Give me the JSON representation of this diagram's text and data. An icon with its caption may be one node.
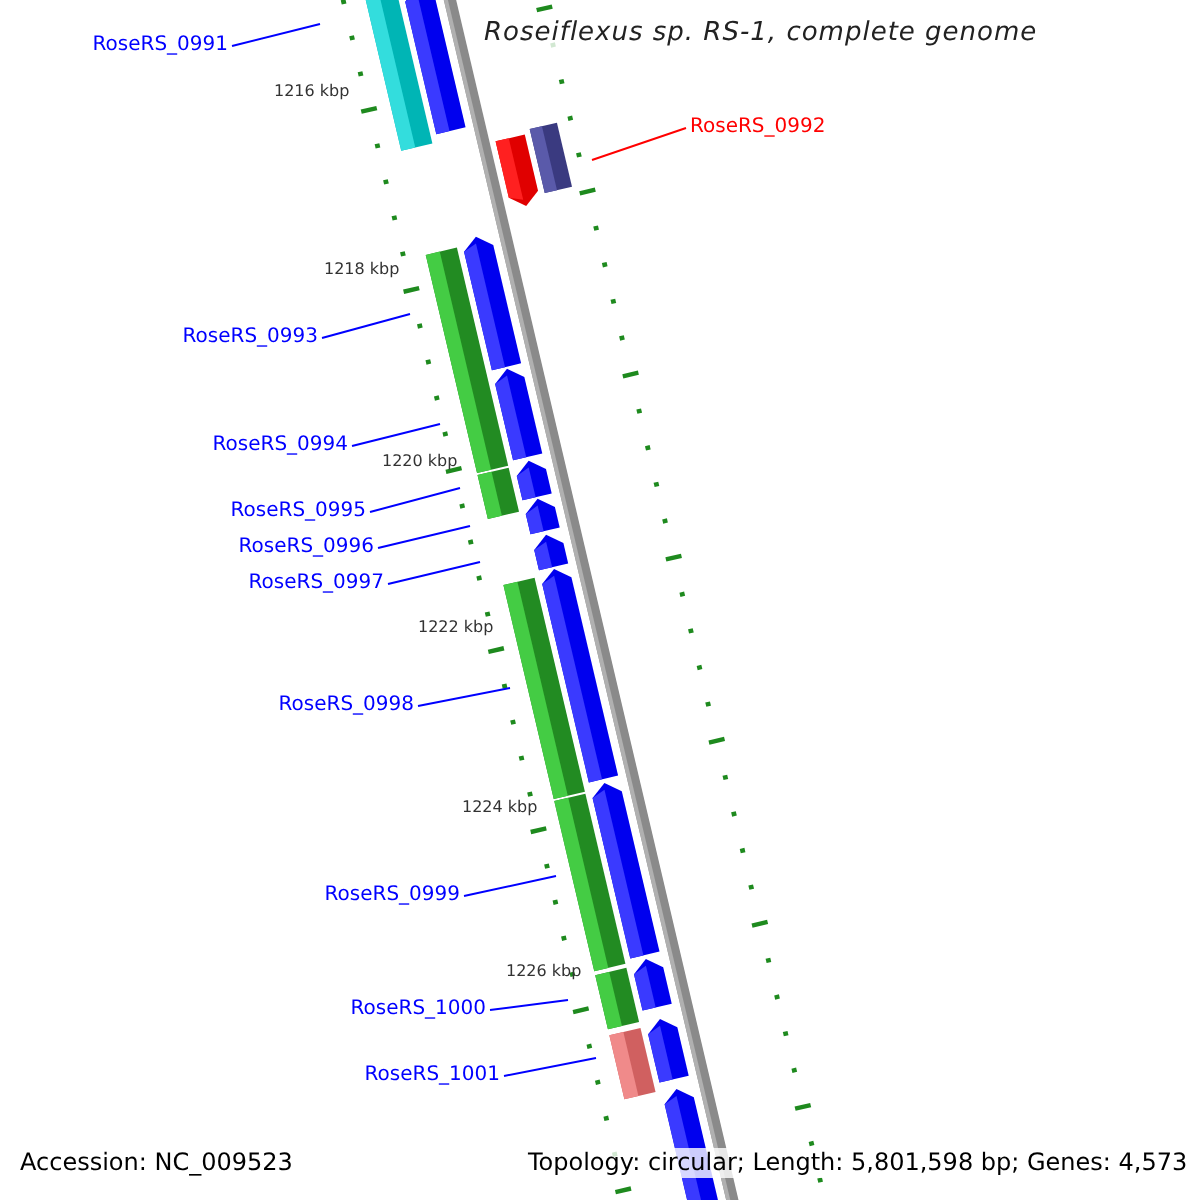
{
  "diagram": {
    "title": "Roseiflexus sp. RS-1, complete genome",
    "nodes": [
      {
        "text": [
          "RoseRS_0991"
        ]
      },
      {
        "text": [
          "RoseRS_0992"
        ]
      },
      {
        "text": [
          "RoseRS_0993"
        ]
      },
      {
        "text": [
          "RoseRS_0994"
        ]
      },
      {
        "text": [
          "RoseRS_0995"
        ]
      },
      {
        "text": [
          "RoseRS_0996"
        ]
      },
      {
        "text": [
          "RoseRS_0997"
        ]
      },
      {
        "text": [
          "RoseRS_0998"
        ]
      },
      {
        "text": [
          "RoseRS_0999"
        ]
      },
      {
        "text": [
          "RoseRS_1000"
        ]
      },
      {
        "text": [
          "RoseRS_1001"
        ]
      }
    ],
    "edges": [
      {
        "from": 0,
        "to": null,
        "arrow": "none"
      },
      {
        "from": 1,
        "to": null,
        "arrow": "none",
        "color": "#ff0000"
      },
      {
        "from": 2,
        "to": null,
        "arrow": "none"
      },
      {
        "from": 3,
        "to": null,
        "arrow": "none"
      },
      {
        "from": 4,
        "to": null,
        "arrow": "none"
      },
      {
        "from": 5,
        "to": null,
        "arrow": "none"
      },
      {
        "from": 6,
        "to": null,
        "arrow": "none"
      },
      {
        "from": 7,
        "to": null,
        "arrow": "none"
      },
      {
        "from": 8,
        "to": null,
        "arrow": "none"
      },
      {
        "from": 9,
        "to": null,
        "arrow": "none"
      },
      {
        "from": 10,
        "to": null,
        "arrow": "none"
      }
    ],
    "labels": [
      "1216 kbp",
      "1218 kbp",
      "1220 kbp",
      "1222 kbp",
      "1224 kbp",
      "1226 kbp",
      "Accession: NC_009523",
      "Topology: circular; Length: 5,801,598 bp; Genes: 4,573"
    ]
  }
}
